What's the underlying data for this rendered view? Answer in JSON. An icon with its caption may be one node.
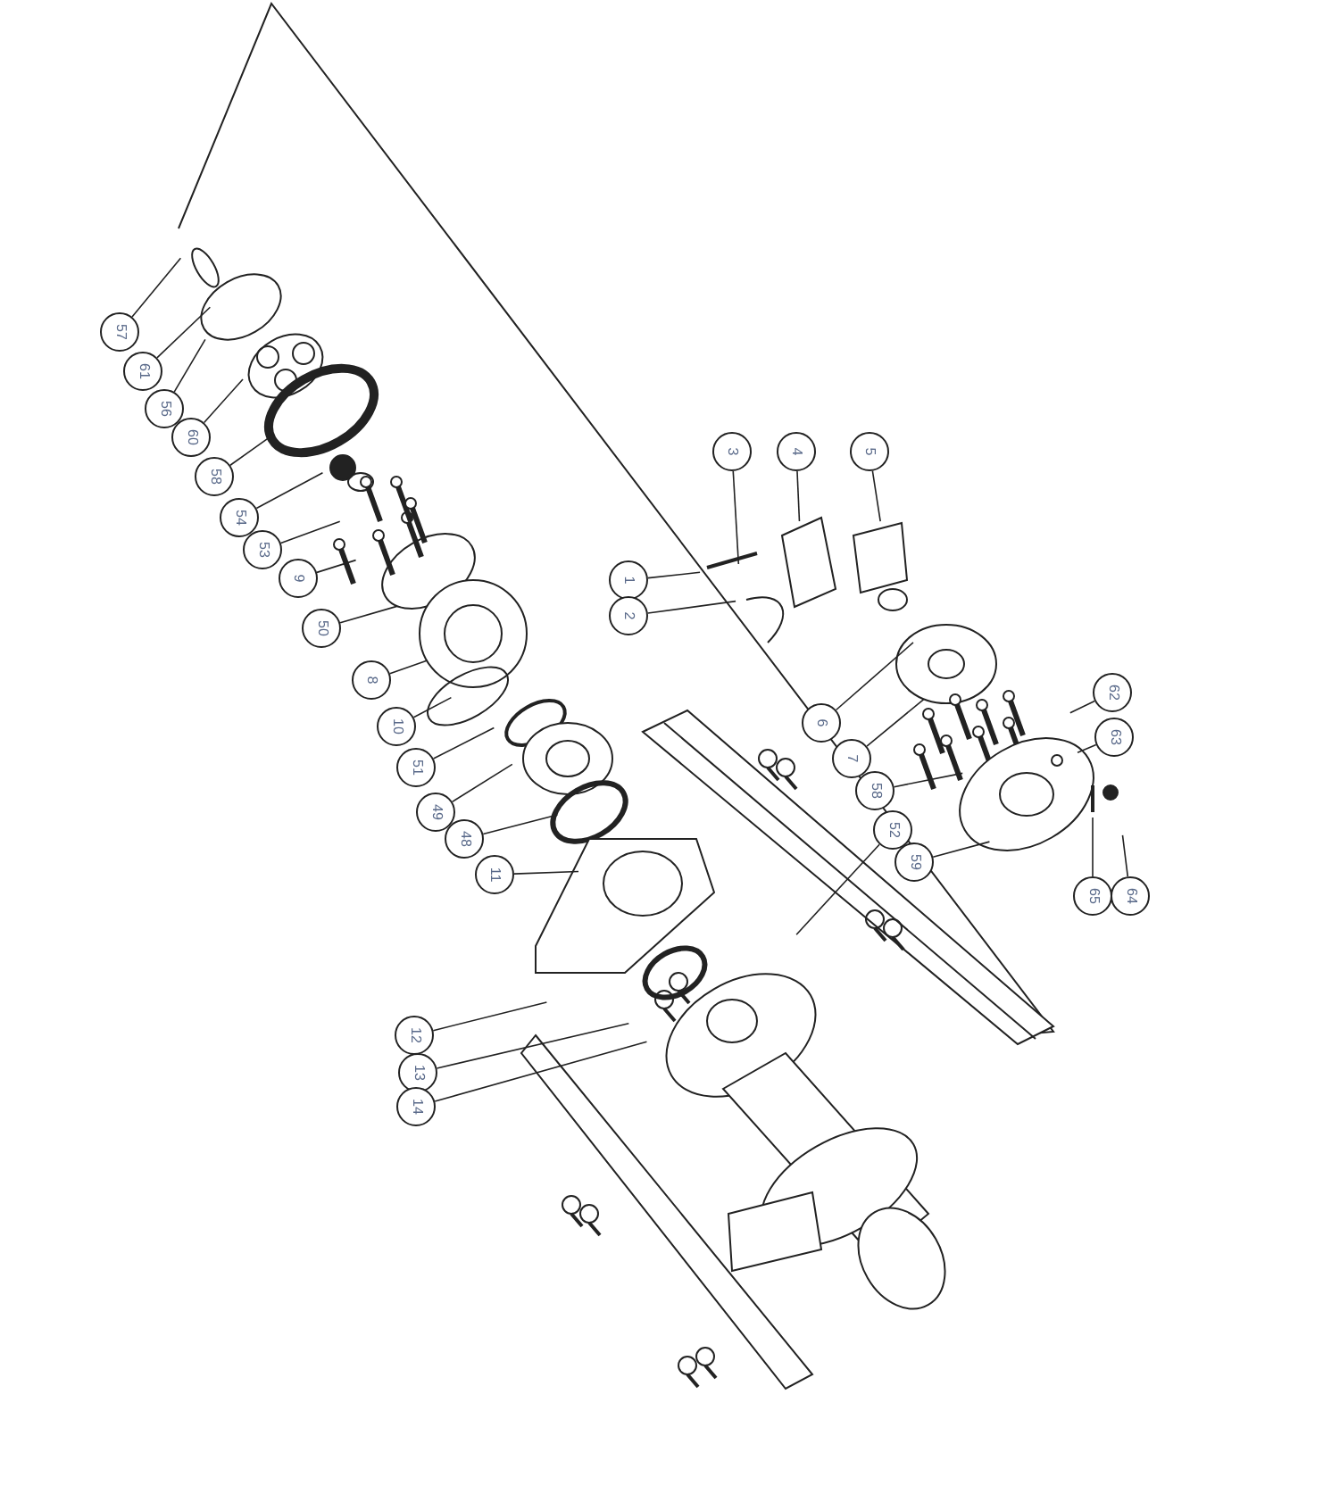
{
  "diagram": {
    "nodes": [
      {
        "text": [
          "57"
        ]
      },
      {
        "text": [
          "61"
        ]
      },
      {
        "text": [
          "56"
        ]
      },
      {
        "text": [
          "60"
        ]
      },
      {
        "text": [
          "58"
        ]
      },
      {
        "text": [
          "54"
        ]
      },
      {
        "text": [
          "53"
        ]
      },
      {
        "text": [
          "9"
        ]
      },
      {
        "text": [
          "50"
        ]
      },
      {
        "text": [
          "8"
        ]
      },
      {
        "text": [
          "10"
        ]
      },
      {
        "text": [
          "51"
        ]
      },
      {
        "text": [
          "49"
        ]
      },
      {
        "text": [
          "48"
        ]
      },
      {
        "text": [
          "11"
        ]
      },
      {
        "text": [
          "12"
        ]
      },
      {
        "text": [
          "13"
        ]
      },
      {
        "text": [
          "14"
        ]
      },
      {
        "text": [
          "1"
        ]
      },
      {
        "text": [
          "2"
        ]
      },
      {
        "text": [
          "3"
        ]
      },
      {
        "text": [
          "4"
        ]
      },
      {
        "text": [
          "5"
        ]
      },
      {
        "text": [
          "6"
        ]
      },
      {
        "text": [
          "7"
        ]
      },
      {
        "text": [
          "62"
        ]
      },
      {
        "text": [
          "63"
        ]
      },
      {
        "text": [
          "58"
        ]
      },
      {
        "text": [
          "52"
        ]
      },
      {
        "text": [
          "59"
        ]
      },
      {
        "text": [
          "65"
        ]
      },
      {
        "text": [
          "64"
        ]
      }
    ],
    "edges": [
      {
        "from": 0,
        "to": null,
        "arrow": "none"
      },
      {
        "from": 1,
        "to": null,
        "arrow": "none"
      },
      {
        "from": 2,
        "to": null,
        "arrow": "none"
      },
      {
        "from": 3,
        "to": null,
        "arrow": "none"
      },
      {
        "from": 4,
        "to": null,
        "arrow": "none"
      },
      {
        "from": 5,
        "to": null,
        "arrow": "none"
      },
      {
        "from": 6,
        "to": null,
        "arrow": "none"
      },
      {
        "from": 7,
        "to": null,
        "arrow": "none"
      },
      {
        "from": 8,
        "to": null,
        "arrow": "none"
      },
      {
        "from": 9,
        "to": null,
        "arrow": "none"
      },
      {
        "from": 10,
        "to": null,
        "arrow": "none"
      },
      {
        "from": 11,
        "to": null,
        "arrow": "none"
      },
      {
        "from": 12,
        "to": null,
        "arrow": "none"
      },
      {
        "from": 13,
        "to": null,
        "arrow": "none"
      },
      {
        "from": 14,
        "to": null,
        "arrow": "none"
      },
      {
        "from": 15,
        "to": null,
        "arrow": "none"
      },
      {
        "from": 16,
        "to": null,
        "arrow": "none"
      },
      {
        "from": 17,
        "to": null,
        "arrow": "none"
      },
      {
        "from": 18,
        "to": null,
        "arrow": "none"
      },
      {
        "from": 19,
        "to": null,
        "arrow": "none"
      },
      {
        "from": 20,
        "to": null,
        "arrow": "none"
      },
      {
        "from": 21,
        "to": null,
        "arrow": "none"
      },
      {
        "from": 22,
        "to": null,
        "arrow": "none"
      },
      {
        "from": 23,
        "to": null,
        "arrow": "none"
      },
      {
        "from": 24,
        "to": null,
        "arrow": "none"
      },
      {
        "from": 25,
        "to": null,
        "arrow": "none"
      },
      {
        "from": 26,
        "to": null,
        "arrow": "none"
      },
      {
        "from": 27,
        "to": null,
        "arrow": "none"
      },
      {
        "from": 28,
        "to": null,
        "arrow": "none"
      },
      {
        "from": 29,
        "to": null,
        "arrow": "none"
      },
      {
        "from": 30,
        "to": null,
        "arrow": "none"
      },
      {
        "from": 31,
        "to": null,
        "arrow": "none"
      }
    ]
  }
}
